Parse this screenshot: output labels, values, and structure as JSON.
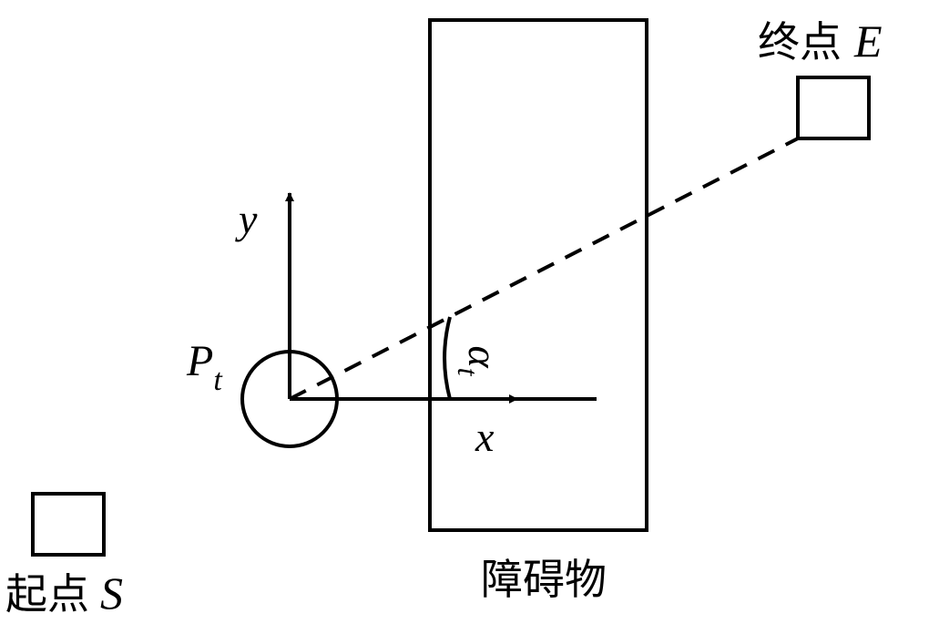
{
  "start": {
    "label": "起点",
    "symbol": "S"
  },
  "end": {
    "label": "终点",
    "symbol": "E"
  },
  "obstacle": {
    "label": "障碍物"
  },
  "robot": {
    "symbol": "P",
    "subscript": "t"
  },
  "axes": {
    "x": "x",
    "y": "y"
  },
  "angle": {
    "symbol": "α",
    "subscript": "t"
  }
}
